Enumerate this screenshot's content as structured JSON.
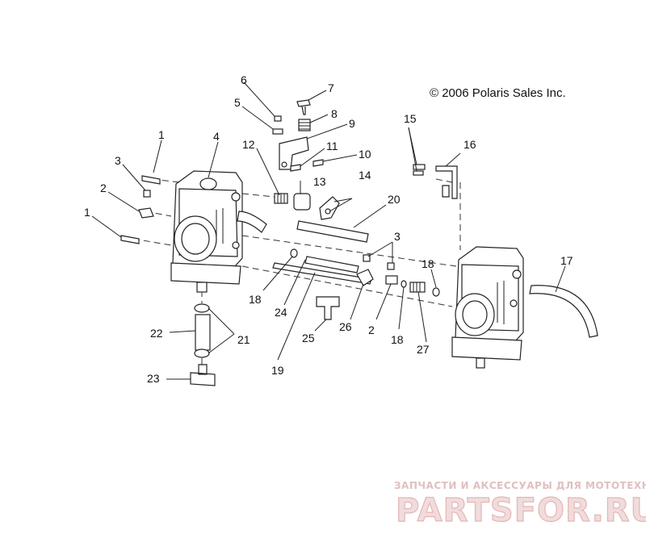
{
  "copyright": "© 2006 Polaris Sales Inc.",
  "watermark": {
    "tagline": "ЗАПЧАСТИ И АКСЕССУАРЫ ДЛЯ МОТОТЕХНИКИ",
    "brand": "PARTSFOR.RU"
  },
  "callouts": {
    "c1a": "1",
    "c1b": "1",
    "c2a": "2",
    "c2b": "2",
    "c3a": "3",
    "c3b": "3",
    "c4": "4",
    "c5": "5",
    "c6": "6",
    "c7": "7",
    "c8": "8",
    "c9": "9",
    "c10": "10",
    "c11": "11",
    "c12": "12",
    "c13": "13",
    "c14": "14",
    "c15": "15",
    "c16": "16",
    "c17": "17",
    "c18a": "18",
    "c18b": "18",
    "c18c": "18",
    "c19": "19",
    "c20": "20",
    "c21": "21",
    "c22": "22",
    "c23": "23",
    "c24": "24",
    "c25": "25",
    "c26": "26",
    "c27": "27"
  }
}
